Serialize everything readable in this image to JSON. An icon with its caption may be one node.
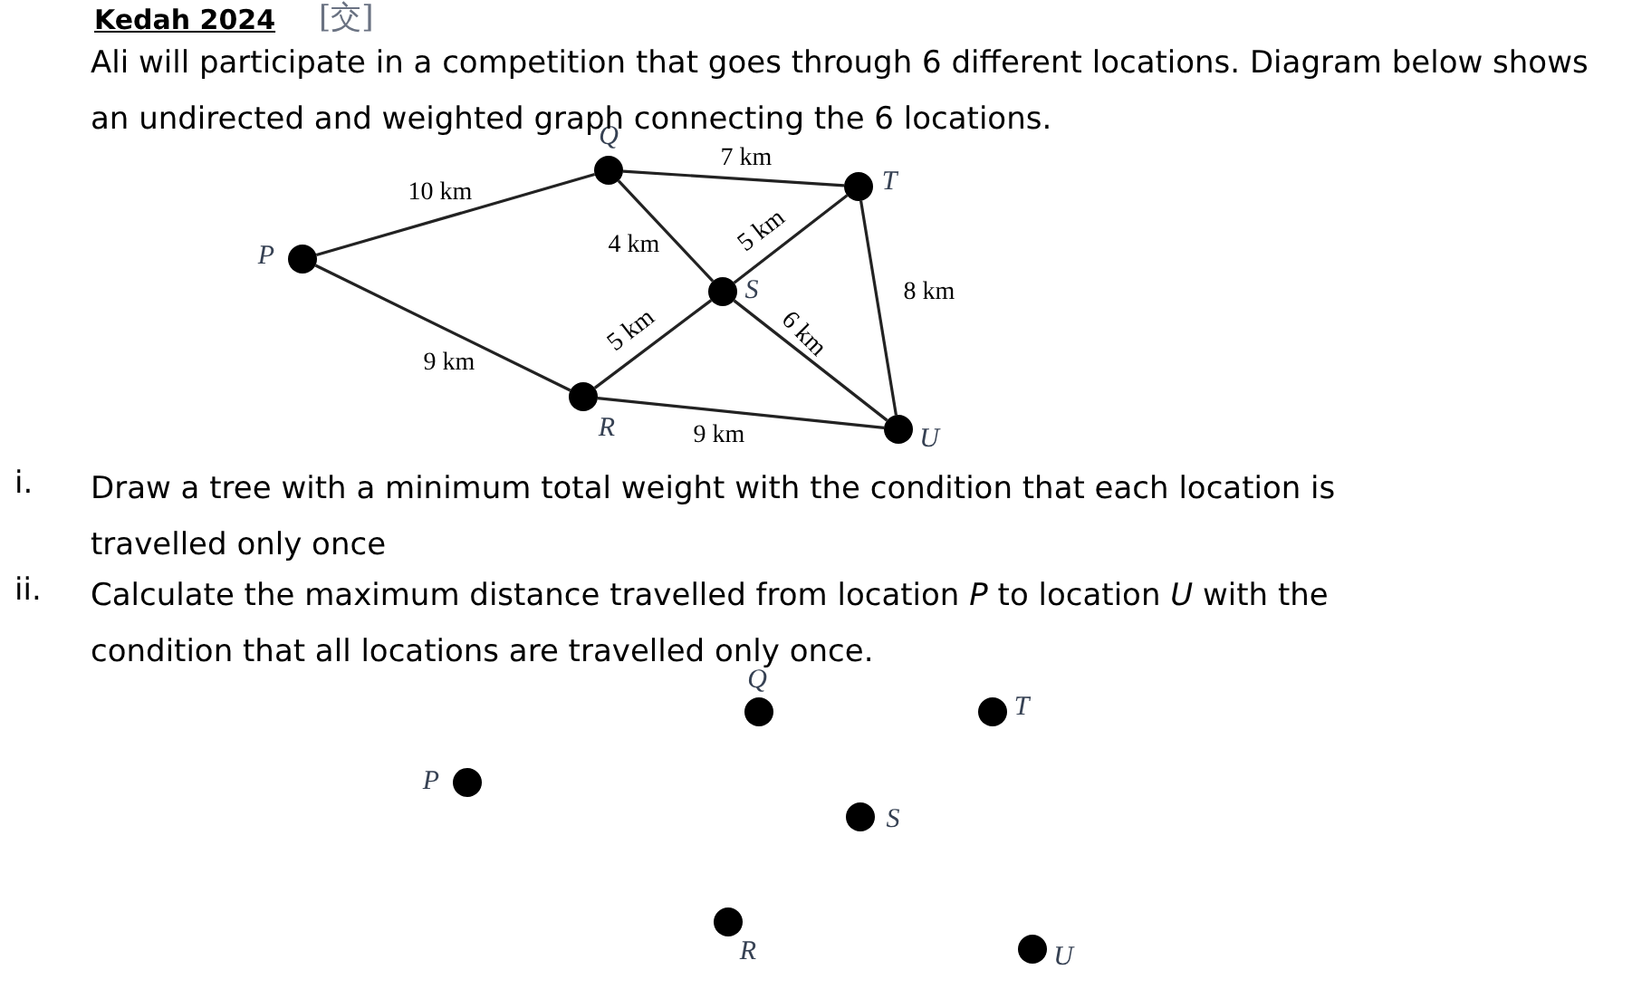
{
  "diagram": {
    "nodes": [
      {
        "text": [],
        "shape": "circle",
        "beside": [
          "Q"
        ]
      },
      {
        "text": [],
        "shape": "circle",
        "beside": [
          "T"
        ]
      },
      {
        "text": [],
        "shape": "circle",
        "beside": [
          "P"
        ]
      },
      {
        "text": [],
        "shape": "circle",
        "beside": [
          "S"
        ]
      },
      {
        "text": [],
        "shape": "circle",
        "beside": [
          "R"
        ]
      },
      {
        "text": [],
        "shape": "circle",
        "beside": [
          "U"
        ]
      },
      {
        "text": [],
        "shape": "circle",
        "beside": [
          "Q"
        ]
      },
      {
        "text": [],
        "shape": "circle",
        "beside": [
          "T"
        ]
      },
      {
        "text": [],
        "shape": "circle",
        "beside": [
          "P"
        ]
      },
      {
        "text": [],
        "shape": "circle",
        "beside": [
          "S"
        ]
      },
      {
        "text": [],
        "shape": "circle",
        "beside": [
          "R"
        ]
      },
      {
        "text": [],
        "shape": "circle",
        "beside": [
          "U"
        ]
      }
    ],
    "edges": [
      {
        "from": 0,
        "to": 1,
        "arrow": "none",
        "label": "7 km"
      },
      {
        "from": 2,
        "to": 0,
        "arrow": "none",
        "label": "10 km"
      },
      {
        "from": 0,
        "to": 3,
        "arrow": "none",
        "label": "4 km"
      },
      {
        "from": 3,
        "to": 1,
        "arrow": "none",
        "label": "5 km"
      },
      {
        "from": 1,
        "to": 5,
        "arrow": "none",
        "label": "8 km"
      },
      {
        "from": 2,
        "to": 4,
        "arrow": "none",
        "label": "9 km"
      },
      {
        "from": 4,
        "to": 3,
        "arrow": "none",
        "label": "5 km"
      },
      {
        "from": 3,
        "to": 5,
        "arrow": "none",
        "label": "6 km"
      },
      {
        "from": 4,
        "to": 5,
        "arrow": "none",
        "label": "9 km"
      }
    ],
    "labels": [
      "Kedah 2024",
      "[交]",
      "Ali will participate in a competition that goes through 6 different locations. Diagram below shows an undirected and weighted graph connecting the 6 locations.",
      "i.",
      "Draw a tree with a minimum total weight with the condition that each location is travelled only once",
      "ii.",
      "Calculate the maximum distance travelled from location *P* to location *U* with the condition that all locations are travelled only once."
    ]
  }
}
